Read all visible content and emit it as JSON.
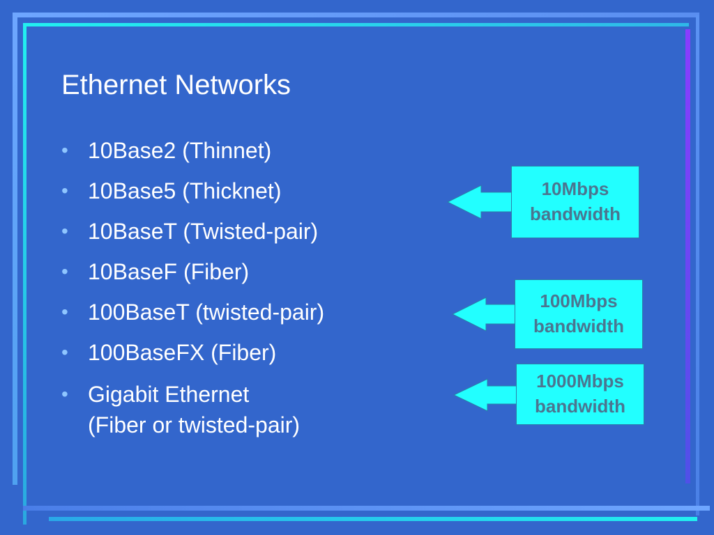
{
  "slide": {
    "title": "Ethernet Networks",
    "bullets": [
      {
        "lines": [
          "10Base2 (Thinnet)"
        ]
      },
      {
        "lines": [
          "10Base5 (Thicknet)"
        ]
      },
      {
        "lines": [
          "10BaseT (Twisted-pair)"
        ]
      },
      {
        "lines": [
          "10BaseF (Fiber)"
        ]
      },
      {
        "lines": [
          "100BaseT (twisted-pair)"
        ]
      },
      {
        "lines": [
          "100BaseFX (Fiber)"
        ]
      },
      {
        "lines": [
          "Gigabit Ethernet",
          "(Fiber or twisted-pair)"
        ]
      }
    ],
    "bullet_glyph": "•",
    "callouts": [
      {
        "line1": "10Mbps",
        "line2": "bandwidth"
      },
      {
        "line1": "100Mbps",
        "line2": "bandwidth"
      },
      {
        "line1": "1000Mbps",
        "line2": "bandwidth"
      }
    ]
  },
  "colors": {
    "background": "#3366cc",
    "callout_fill": "#22ffff",
    "callout_text": "#4b7590",
    "bullet": "#8fc6ff"
  }
}
